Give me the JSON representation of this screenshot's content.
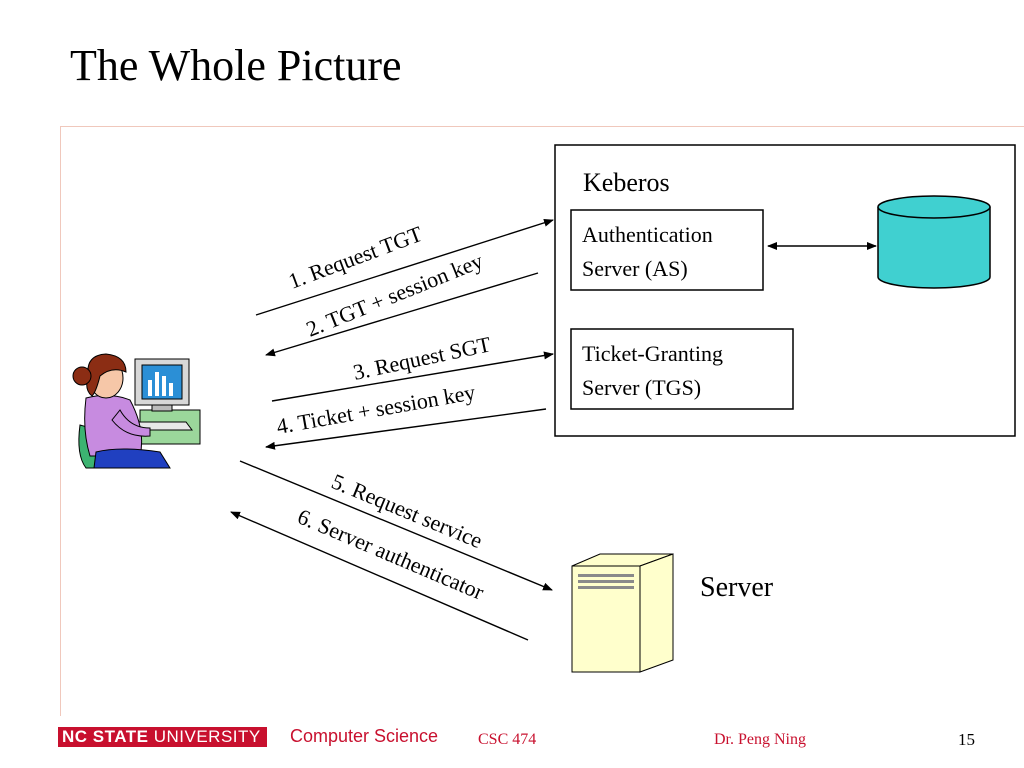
{
  "slide": {
    "title": "The Whole Picture"
  },
  "kerberos": {
    "label": "Keberos",
    "as_line1": "Authentication",
    "as_line2": "Server (AS)",
    "tgs_line1": "Ticket-Granting",
    "tgs_line2": "Server (TGS)"
  },
  "server": {
    "label": "Server"
  },
  "messages": {
    "m1": "1. Request TGT",
    "m2": "2. TGT + session key",
    "m3": "3. Request SGT",
    "m4": "4. Ticket + session key",
    "m5": "5. Request service",
    "m6": "6. Server authenticator"
  },
  "footer": {
    "university_bold": "NC STATE",
    "university_rest": "UNIVERSITY",
    "department": "Computer Science",
    "course": "CSC 474",
    "author": "Dr. Peng Ning",
    "page": "15"
  },
  "colors": {
    "database_fill": "#40d0d0",
    "server_fill": "#ffffcc",
    "footer_red": "#c8102e"
  },
  "icons": [
    "user-at-computer-icon",
    "database-icon",
    "server-tower-icon"
  ]
}
